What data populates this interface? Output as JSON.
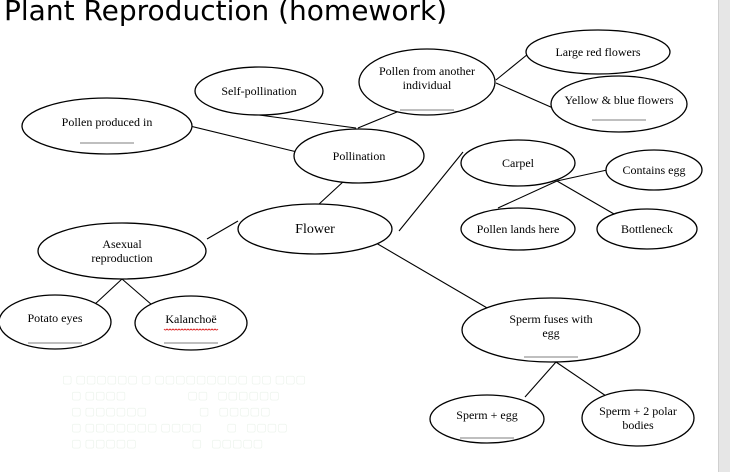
{
  "title": "Plant Reproduction (homework)",
  "nodes": {
    "pollen_produced_in": {
      "lines": [
        "Pollen produced in"
      ]
    },
    "self_pollination": {
      "lines": [
        "Self-pollination"
      ]
    },
    "pollen_from_another": {
      "lines": [
        "Pollen from another",
        "individual"
      ]
    },
    "large_red_flowers": {
      "lines": [
        "Large red flowers"
      ]
    },
    "yellow_blue_flowers": {
      "lines": [
        "Yellow & blue flowers"
      ]
    },
    "pollination": {
      "lines": [
        "Pollination"
      ]
    },
    "carpel": {
      "lines": [
        "Carpel"
      ]
    },
    "contains_egg": {
      "lines": [
        "Contains egg"
      ]
    },
    "flower": {
      "lines": [
        "Flower"
      ]
    },
    "asexual_reproduction": {
      "lines": [
        "Asexual",
        "reproduction"
      ]
    },
    "pollen_lands_here": {
      "lines": [
        "Pollen lands here"
      ]
    },
    "bottleneck": {
      "lines": [
        "Bottleneck"
      ]
    },
    "potato_eyes": {
      "lines": [
        "Potato eyes"
      ]
    },
    "kalanchoe": {
      "lines": [
        "Kalanchoë"
      ]
    },
    "sperm_fuses_with_egg": {
      "lines": [
        "Sperm fuses with",
        "egg"
      ]
    },
    "sperm_egg": {
      "lines": [
        "Sperm + egg"
      ]
    },
    "sperm_polar_bodies": {
      "lines": [
        "Sperm + 2 polar",
        "bodies"
      ]
    }
  }
}
